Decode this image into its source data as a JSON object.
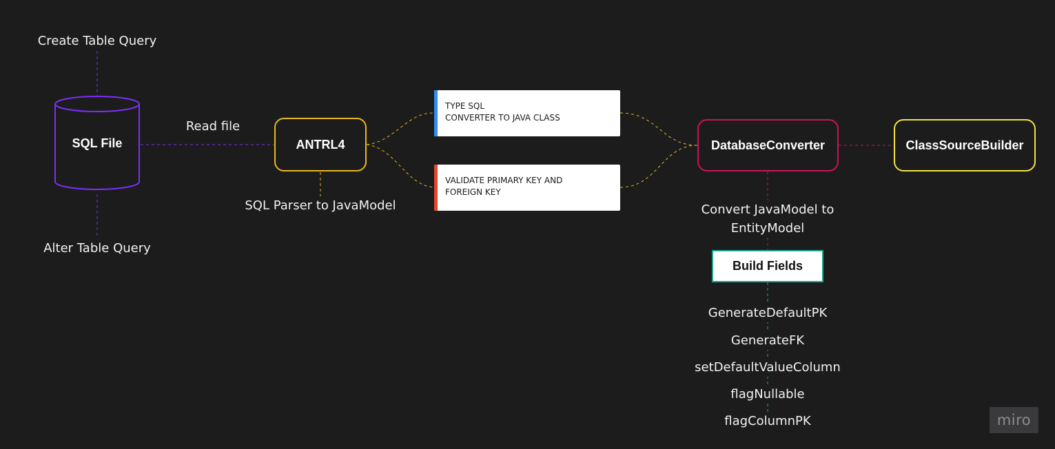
{
  "nodes": {
    "sql_file": "SQL File",
    "antrl": "ANTRL4",
    "database_converter": "DatabaseConverter",
    "class_source_builder": "ClassSourceBuilder",
    "build_fields": "Build Fields"
  },
  "labels": {
    "create_table_query": "Create Table Query",
    "alter_table_query": "Alter Table Query",
    "read_file": "Read file",
    "sql_parser": "SQL Parser to JavaModel",
    "convert_line1": "Convert JavaModel to",
    "convert_line2": "EntityModel"
  },
  "cards": {
    "type_sql": [
      "TYPE SQL",
      "CONVERTER TO JAVA CLASS"
    ],
    "validate": [
      "VALIDATE PRIMARY KEY AND",
      "FOREIGN KEY"
    ]
  },
  "build_steps": [
    "GenerateDefaultPK",
    "GenerateFK",
    "setDefaultValueColumn",
    "flagNullable",
    "flagColumnPK"
  ],
  "colors": {
    "background": "#1c1c1d",
    "sql_file_border": "#7b2ff7",
    "antrl_border": "#e9b81f",
    "database_converter_border": "#d0105a",
    "class_source_builder_border": "#f3e243",
    "build_fields_border": "#1ba591",
    "type_sql_bar": "#2f8ff0",
    "validate_bar": "#e6472a"
  },
  "watermark": "miro"
}
